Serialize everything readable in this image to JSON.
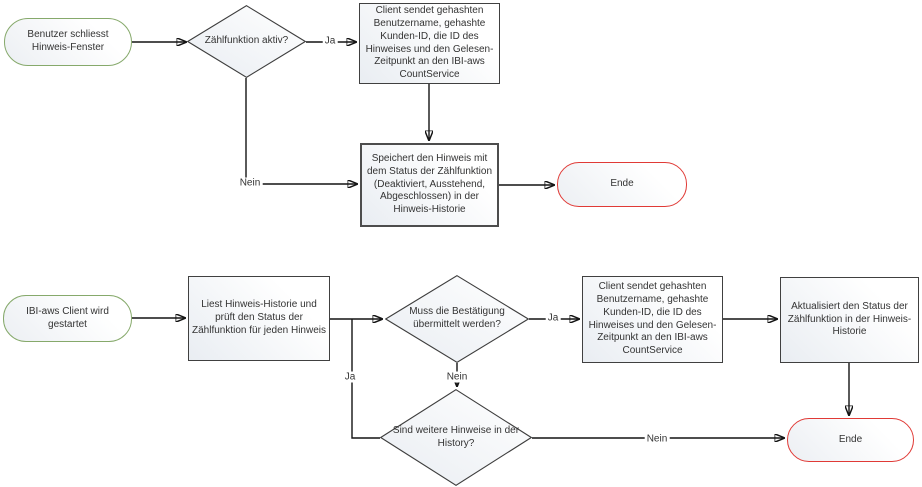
{
  "colors": {
    "start_border": "#86a96b",
    "end_border": "#e03a36",
    "process_border": "#404040",
    "connector": "#141414",
    "shape_fill_light": "#ffffff",
    "shape_fill_shade": "#e9edf2"
  },
  "flow_top": {
    "start": "Benutzer schliesst Hinweis-Fenster",
    "decision_counting_active": "Zählfunktion aktiv?",
    "process_client_sends": "Client sendet gehashten Benutzername, gehashte Kunden-ID, die ID des Hinweises und den Gelesen-Zeitpunkt an den IBI-aws CountService",
    "process_store_history": "Speichert den Hinweis mit dem Status der Zählfunktion (Deaktiviert, Ausstehend, Abgeschlossen) in der Hinweis-Historie",
    "end": "Ende",
    "label_yes": "Ja",
    "label_no": "Nein"
  },
  "flow_bottom": {
    "start": "IBI-aws Client wird gestartet",
    "process_read_history": "Liest Hinweis-Historie und prüft den Status der Zählfunktion für jeden Hinweis",
    "decision_must_transmit": "Muss die Bestätigung übermittelt werden?",
    "process_client_sends": "Client sendet gehashten Benutzername, gehashte Kunden-ID, die ID des Hinweises und den Gelesen-Zeitpunkt an den IBI-aws CountService",
    "process_update_status": "Aktualisiert den Status der Zählfunktion in der Hinweis-Historie",
    "decision_more_hints": "Sind weitere Hinweise in der History?",
    "end": "Ende",
    "label_yes_transmit": "Ja",
    "label_no_transmit": "Nein",
    "label_yes_more": "Ja",
    "label_no_more": "Nein"
  }
}
